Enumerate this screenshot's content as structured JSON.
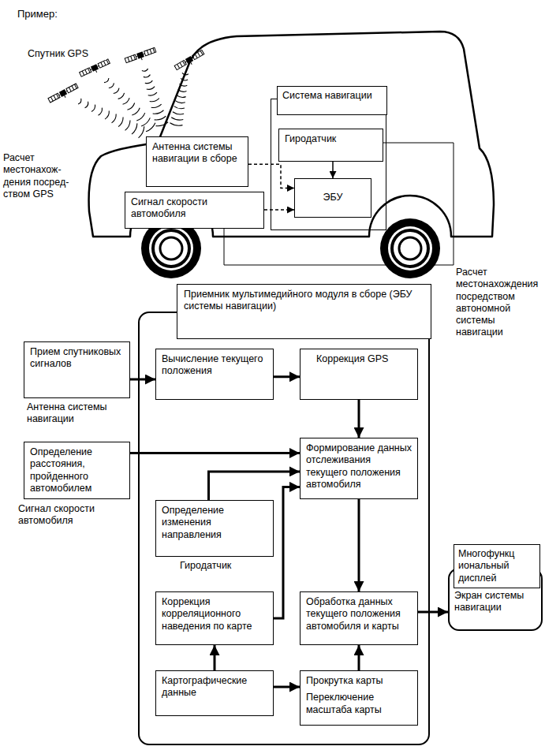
{
  "diagram": {
    "title": "Пример:",
    "nodes": [
      {
        "text": [
          "Антенна системы навигации в сборе"
        ]
      },
      {
        "text": [
          "Система навигации"
        ]
      },
      {
        "text": [
          "Гиродатчик"
        ],
        "in": 1
      },
      {
        "text": [
          "ЭБУ"
        ],
        "in": 1
      },
      {
        "text": [
          "Сигнал скорости автомобиля"
        ]
      },
      {
        "text": [
          "Приемник мультимедийного модуля в сборе (ЭБУ системы навигации)"
        ]
      },
      {
        "text": [
          "Прием спутниковых сигналов",
          "Антенна системы навигации"
        ]
      },
      {
        "text": [
          "Вычисление текущего положения"
        ],
        "in": 5
      },
      {
        "text": [
          "Коррекция GPS"
        ],
        "in": 5
      },
      {
        "text": [
          "Определение расстояния, пройденного автомобилем",
          "Сигнал скорости автомобиля"
        ]
      },
      {
        "text": [
          "Формирование данных отслеживания текущего положения автомобиля"
        ],
        "in": 5
      },
      {
        "text": [
          "Определение изменения направления",
          "Гиродатчик"
        ],
        "in": 5
      },
      {
        "text": [
          "Коррекция корреляционного наведения по карте"
        ],
        "in": 5
      },
      {
        "text": [
          "Обработка данных текущего положения автомобиля и карты"
        ],
        "in": 5
      },
      {
        "text": [
          "Экран системы навигации"
        ]
      },
      {
        "text": [
          "Многофункц иональный дисплей"
        ],
        "in": 14
      },
      {
        "text": [
          "Картографические данные"
        ],
        "in": 5
      },
      {
        "text": [
          "Прокрутка карты",
          "Переключение масштаба карты"
        ],
        "in": 5
      }
    ],
    "edges": [
      {
        "from": 0,
        "to": 3,
        "arrow": "to"
      },
      {
        "from": 4,
        "to": 3,
        "arrow": "to"
      },
      {
        "from": 2,
        "to": 3,
        "arrow": "to"
      },
      {
        "from": 6,
        "to": 7,
        "arrow": "to"
      },
      {
        "from": 7,
        "to": 8,
        "arrow": "to"
      },
      {
        "from": 8,
        "to": 10,
        "arrow": "to"
      },
      {
        "from": 9,
        "to": 10,
        "arrow": "to"
      },
      {
        "from": 11,
        "to": 10,
        "arrow": "to"
      },
      {
        "from": 12,
        "to": 10,
        "arrow": "to"
      },
      {
        "from": 10,
        "to": 13,
        "arrow": "to"
      },
      {
        "from": 13,
        "to": 14,
        "arrow": "to"
      },
      {
        "from": 16,
        "to": 12,
        "arrow": "to"
      },
      {
        "from": 16,
        "to": 17,
        "arrow": "to"
      },
      {
        "from": 17,
        "to": 13,
        "arrow": "to"
      }
    ],
    "labels": [
      "Спутник GPS",
      "Расчет местонахож- дения посред- ством GPS",
      "Расчет местонахождения посредством автономной системы навигации"
    ]
  }
}
